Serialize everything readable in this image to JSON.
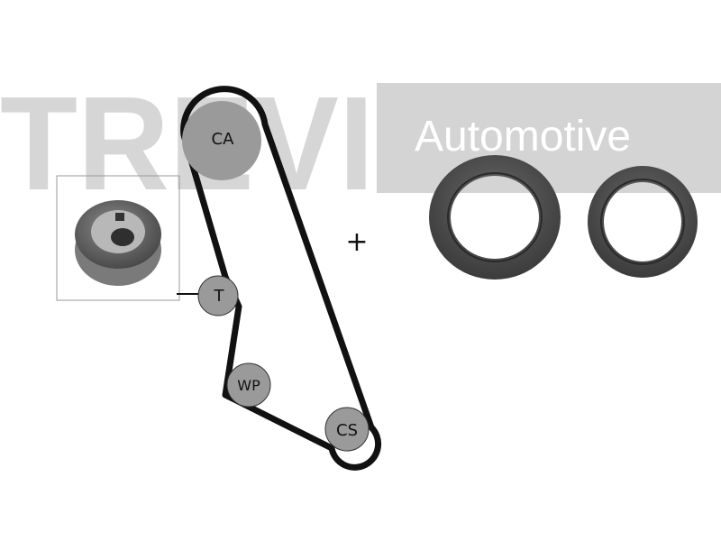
{
  "watermark": {
    "brand": "TREVI",
    "tagline": "Automotive",
    "color": "#d6d6d6",
    "tagline_bg": "#d4d4d4",
    "tagline_fg": "#ffffff"
  },
  "belt_kit": {
    "pulleys": [
      {
        "id": "ca",
        "label": "CA"
      },
      {
        "id": "t",
        "label": "T"
      },
      {
        "id": "wp",
        "label": "WP"
      },
      {
        "id": "cs",
        "label": "CS"
      }
    ],
    "pulley_fill": "#9a9a9a",
    "belt_color": "#111111"
  },
  "plus_sign": "+",
  "parts": {
    "tensioner_photo": "tensioner-pulley",
    "seal_large": "oil-seal-large",
    "seal_small": "oil-seal-small",
    "seal_color": "#4a4a4a"
  }
}
